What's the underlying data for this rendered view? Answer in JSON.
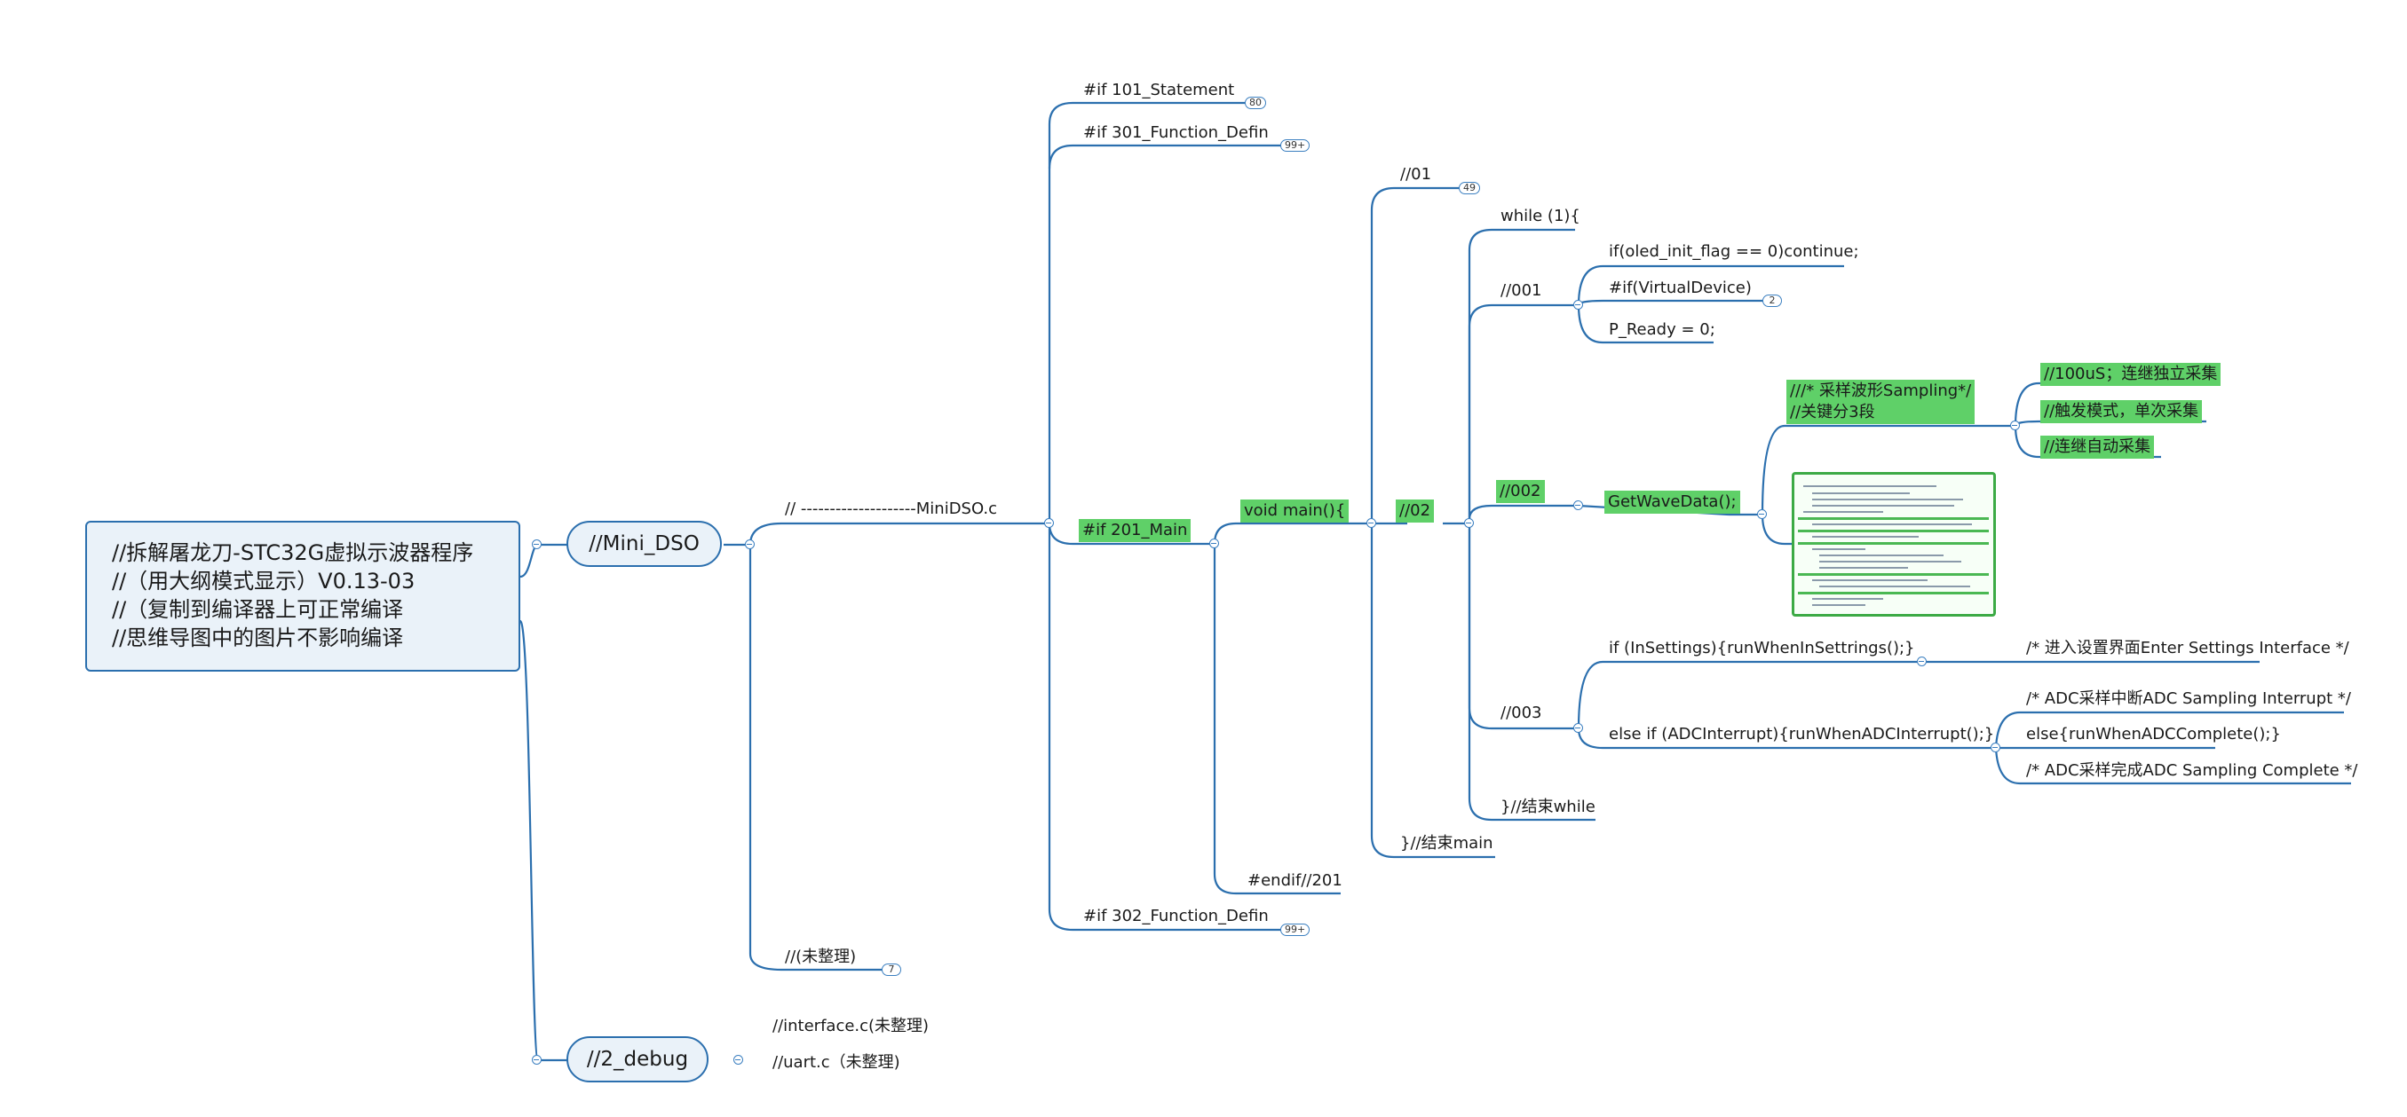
{
  "root": {
    "lines": [
      "//拆解屠龙刀-STC32G虚拟示波器程序",
      "//（用大纲模式显示）V0.13-03",
      "//（复制到编译器上可正常编译",
      "//思维导图中的图片不影响编译"
    ]
  },
  "topics": {
    "mini_dso": "//Mini_DSO",
    "debug": "//2_debug"
  },
  "branches": {
    "minidso_c": "// --------------------MiniDSO.c",
    "wzl": "//(未整理)",
    "interface": "//interface.c(未整理)",
    "uart": "//uart.c（未整理)",
    "if101": "#if 101_Statement",
    "if301": "#if 301_Function_Defin",
    "if201": "#if 201_Main",
    "if302": "#if 302_Function_Defin",
    "void_main": "void main(){",
    "endif201": "#endif//201",
    "c01": "//01",
    "c02": "//02",
    "end_main": "}//结束main",
    "while": "while (1){",
    "c001": "//001",
    "c002": "//002",
    "c003": "//003",
    "end_while": "}//结束while",
    "oled": "if(oled_init_flag == 0)continue;",
    "virtual": "#if(VirtualDevice)",
    "pready": "P_Ready = 0;",
    "getwave": "GetWaveData();",
    "sampling1": "///* 采样波形Sampling*/",
    "sampling2": "//关键分3段",
    "s100us": "//100uS；连继独立采集",
    "strigger": "//触发模式，单次采集",
    "sauto": "//连继自动采集",
    "insettings": "if (InSettings){runWhenInSettrings();}",
    "enter_settings": "/* 进入设置界面Enter Settings Interface */",
    "adcint": "else if (ADCInterrupt){runWhenADCInterrupt();}",
    "adc_int_c": "/* ADC采样中断ADC Sampling Interrupt */",
    "adc_complete_call": "else{runWhenADCComplete();}",
    "adc_complete_c": "/* ADC采样完成ADC Sampling Complete */"
  },
  "badges": {
    "if101": "80",
    "if301": "99+",
    "if302": "99+",
    "c01": "49",
    "virtual": "2",
    "wzl": "7"
  },
  "colors": {
    "line": "#2b6fae",
    "highlight": "#5fd068",
    "topic_fill": "#eaf2f9"
  }
}
